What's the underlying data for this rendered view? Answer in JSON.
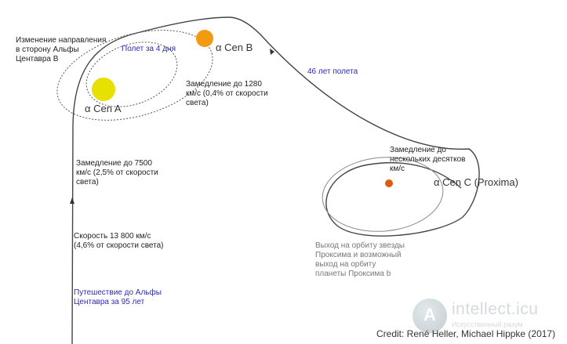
{
  "stars": {
    "a": {
      "label": "α Cen A",
      "color": "#e8e000"
    },
    "b": {
      "label": "α Cen B",
      "color": "#f29a10"
    },
    "c": {
      "label": "α Cen C (Proxima)",
      "color": "#e05a10"
    }
  },
  "annotations": {
    "direction_change": [
      "Изменение направления",
      "в сторону Альфы",
      "Центавра B"
    ],
    "flight_4_days": "Полет за 4 дня",
    "decel_1280": [
      "Замедление до 1280",
      "км/с (0,4% от скорости",
      "света)"
    ],
    "flight_46_years": "46 лет полета",
    "decel_tens": [
      "Замедление до",
      "нескольких десятков",
      "км/с"
    ],
    "decel_7500": [
      "Замедление до 7500",
      "км/с (2,5% от скорости",
      "света)"
    ],
    "speed_13800": [
      "Скорость 13 800 км/с",
      "(4,6% от скорости света)"
    ],
    "journey_95": [
      "Путешествие до Альфы",
      "Центавра за 95 лет"
    ],
    "orbit_proxima": [
      "Выход на орбиту звезды",
      "Проксима и возможный",
      "выход на орбиту",
      "планеты Проксима b"
    ]
  },
  "credit": "Credit: René Heller, Michael Hippke (2017)",
  "watermark": {
    "name": "intellect.icu",
    "sub": "Искусственный разум",
    "glyph": "A"
  }
}
